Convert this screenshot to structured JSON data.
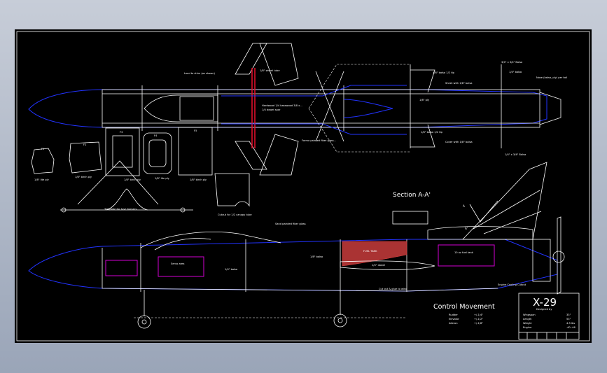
{
  "drawing": {
    "colors": {
      "background": "#000000",
      "lines": "#ffffff",
      "fuselage_outline": "#2233ff",
      "spar": "#e0102a",
      "equipment_boxes": "#d400d4",
      "fuel_hatch": "#a33"
    },
    "top_view_labels": {
      "lead": "Lead to shim (as shown)",
      "tube": "1/8\" wheel tube",
      "hardwood": "Hardwood 1/4 basswood 3/8 x...",
      "spar": "1/4 dowel spar",
      "paint": "Forma painted fiber glass...",
      "balsa": "1/8\" balsa 1/2 tip",
      "sheet": "Sheet with 1/8\" balsa",
      "ply": "1/8\" ply",
      "balsa2": "1/8\" balsa 1/2 tip",
      "cover": "Cover with 1/8\" balsa",
      "dim1": "3/4\" x 3/4\" Balsa",
      "dim2": "1/4\" balsa",
      "mount": "Nose (balsa, ply) per tail",
      "dim3": "1/4\" x 3/4\" Balsa"
    },
    "formers": [
      "F1",
      "F2",
      "F3",
      "F4",
      "F5"
    ],
    "former_labels": {
      "f1": "1/8\" lite ply",
      "f2": "1/8\" birch ply",
      "f3": "1/8\" birch ply",
      "f4": "1/8\" lite ply",
      "f5": "1/8\" birch ply"
    },
    "template_label": "Template for fuse formers",
    "cutout_label": "Cutout for 1/2 canopy tube",
    "section_title": "Section A-A'",
    "section_marks": [
      "A",
      "A'"
    ],
    "side_labels": {
      "sand": "Sand painted fiber glass",
      "servo": "Servo area",
      "balsa": "1/4\" balsa",
      "sheet": "1/8\" balsa",
      "fuel": "FUEL TANK",
      "tank": "10 oz fuel tank",
      "dowel": "1/4\" dowel",
      "cutout": "Cut out & glue to wing",
      "engine": "Engine Cooling Cutout"
    },
    "control_movement": {
      "title": "Control Movement",
      "rows": [
        {
          "name": "Rudder",
          "value": "+/-1/4\""
        },
        {
          "name": "Elevator",
          "value": "+/-1/2\""
        },
        {
          "name": "Aileron",
          "value": "+/-1/8\""
        }
      ]
    },
    "title_block": {
      "name": "X-29",
      "designer": "Designed by",
      "rows": [
        {
          "label": "Wingspan",
          "value": "33\""
        },
        {
          "label": "Length",
          "value": "53\""
        },
        {
          "label": "Weight",
          "value": "4-5 lbs"
        },
        {
          "label": "Engine",
          "value": ".40-.46"
        }
      ]
    }
  }
}
